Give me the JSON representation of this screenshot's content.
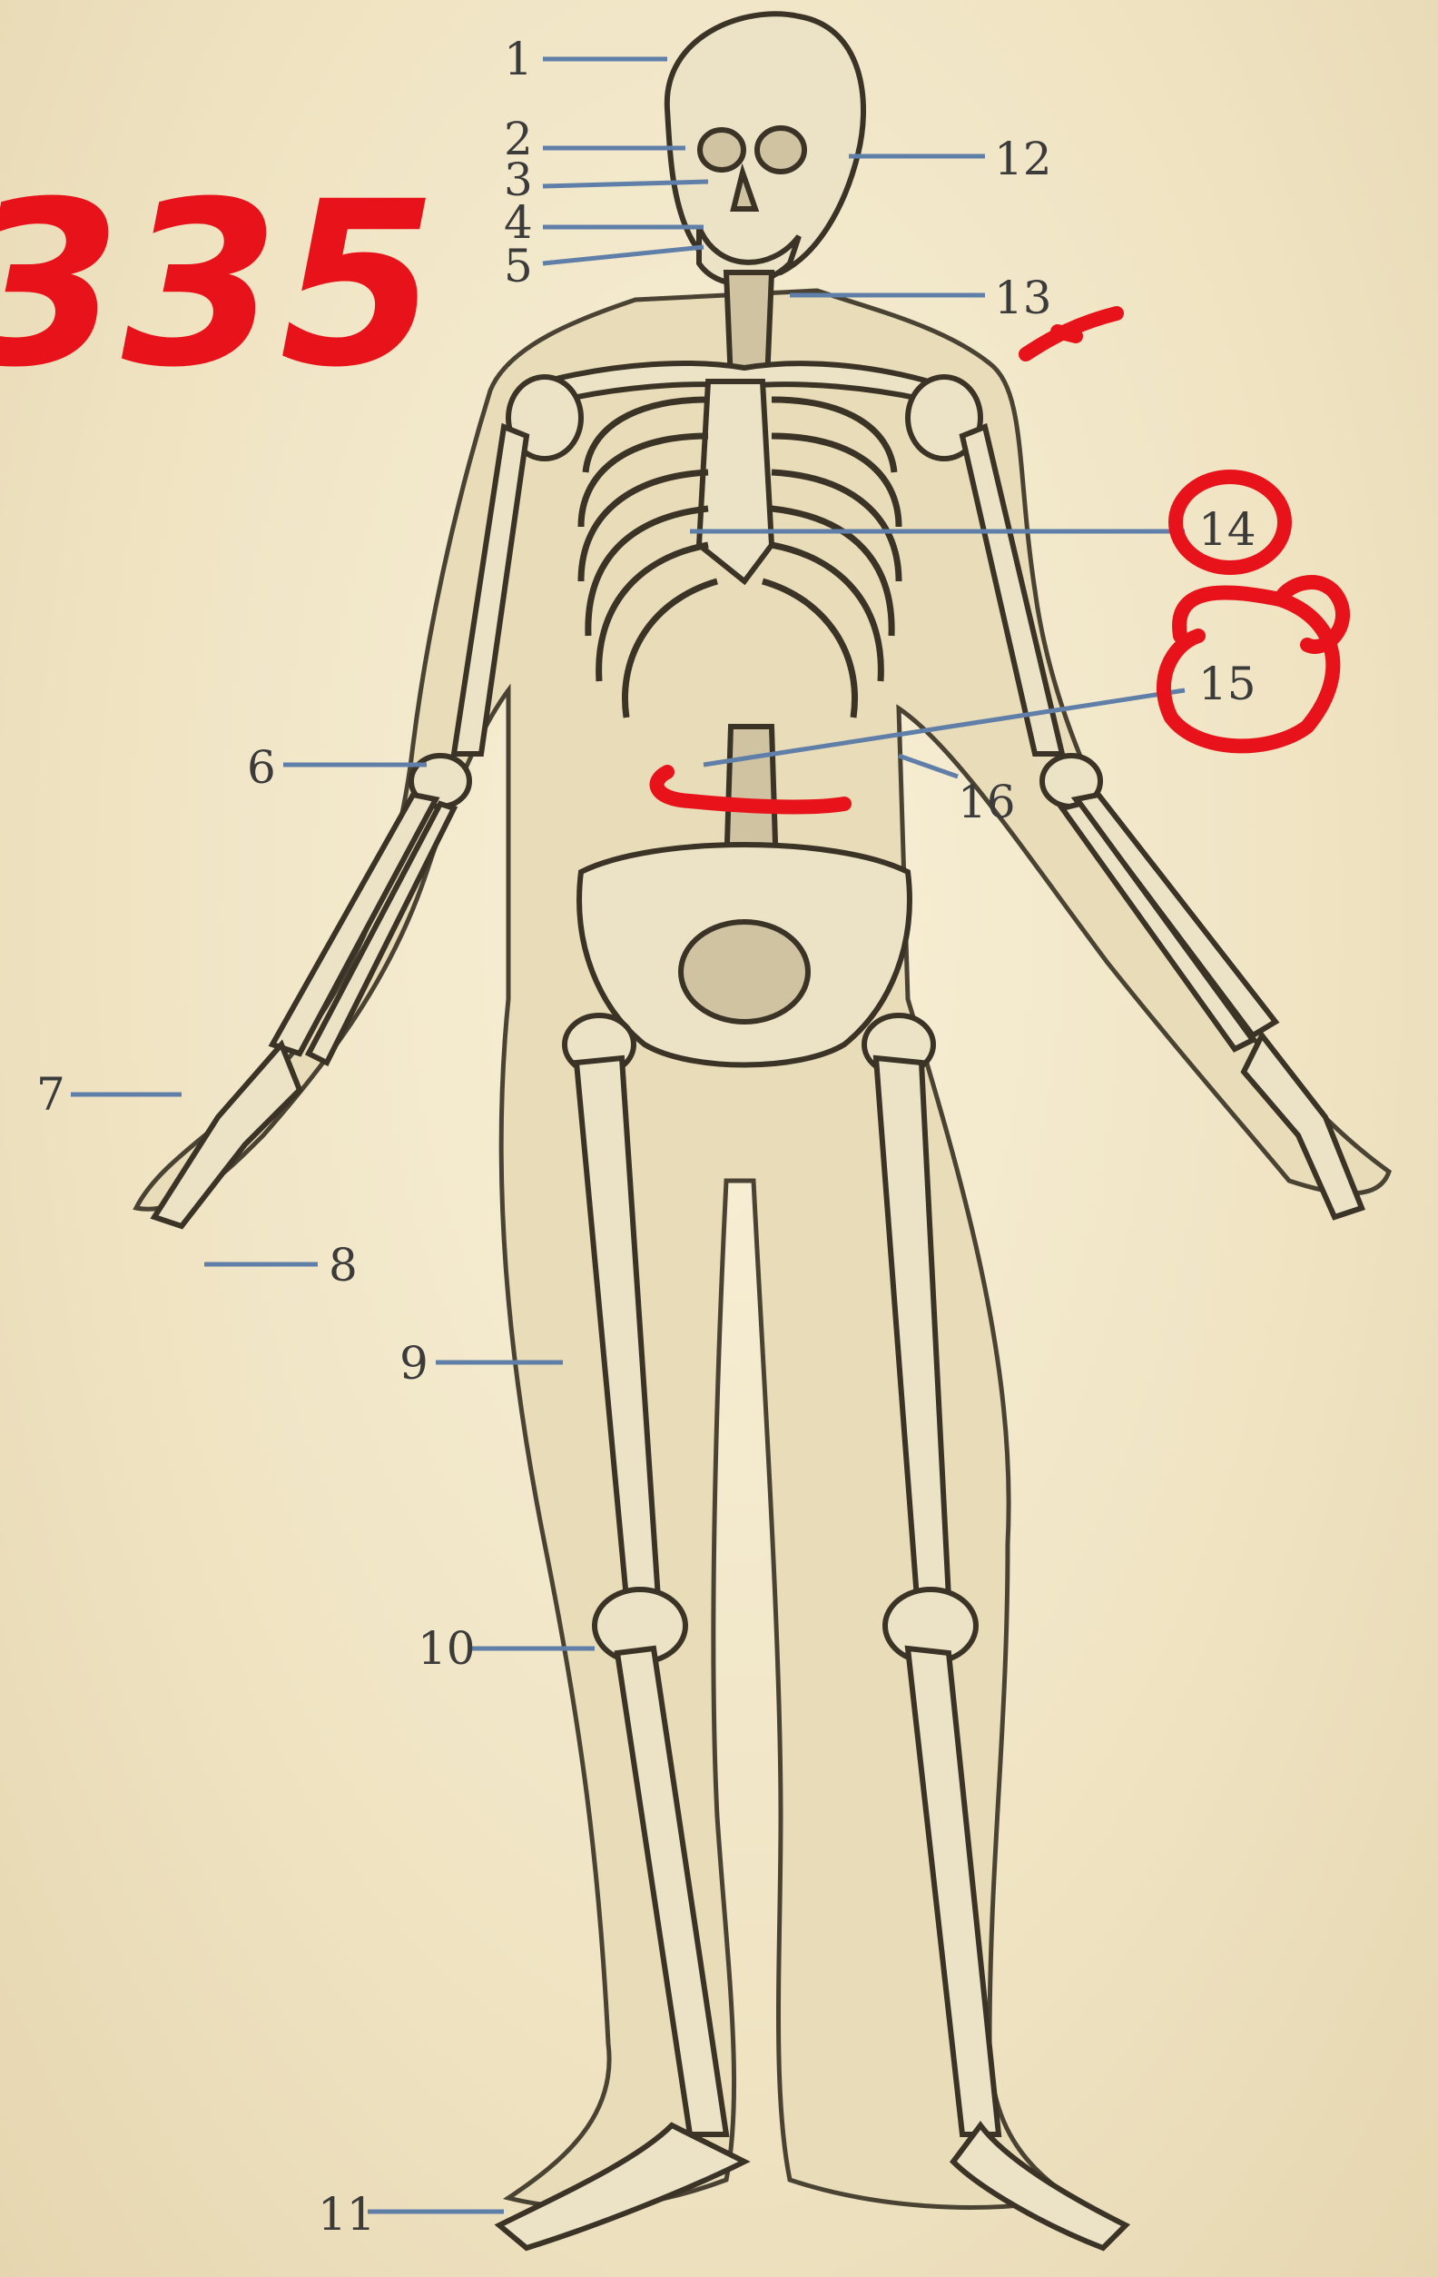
{
  "figure": {
    "callouts": [
      {
        "id": "c1",
        "label": "1"
      },
      {
        "id": "c2",
        "label": "2"
      },
      {
        "id": "c3",
        "label": "3"
      },
      {
        "id": "c4",
        "label": "4"
      },
      {
        "id": "c5",
        "label": "5"
      },
      {
        "id": "c6",
        "label": "6"
      },
      {
        "id": "c7",
        "label": "7"
      },
      {
        "id": "c8",
        "label": "8"
      },
      {
        "id": "c9",
        "label": "9"
      },
      {
        "id": "c10",
        "label": "10"
      },
      {
        "id": "c11",
        "label": "11"
      },
      {
        "id": "c12",
        "label": "12"
      },
      {
        "id": "c13",
        "label": "13"
      },
      {
        "id": "c14",
        "label": "14"
      },
      {
        "id": "c15",
        "label": "15"
      },
      {
        "id": "c16",
        "label": "16"
      }
    ]
  },
  "annotations": {
    "handwritten_number": "335",
    "circled_labels": [
      "14",
      "15"
    ],
    "ink_color": "#e8121a"
  },
  "colors": {
    "paper": "#f3ead0",
    "leader_line": "#5f7fa8",
    "bone_ink": "#3a3326"
  }
}
